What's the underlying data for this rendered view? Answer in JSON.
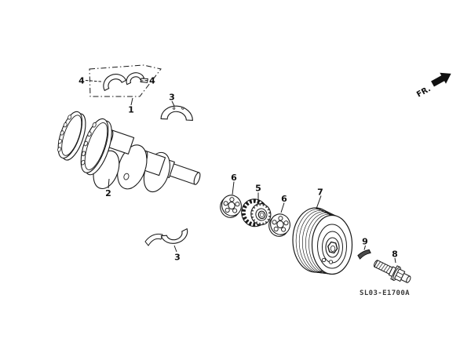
{
  "callouts": {
    "bearing_set": "1",
    "crankshaft": "2",
    "upper_bearing": "3",
    "lower_bearing": "3",
    "half_bearing_left": "4",
    "half_bearing_right": "4",
    "sprocket": "5",
    "plate_left": "6",
    "plate_right": "6",
    "pulley": "7",
    "bolt": "8",
    "key": "9"
  },
  "orientation": {
    "front_label": "FR."
  },
  "footer": {
    "diagram_code": "SL03-E1700A"
  }
}
